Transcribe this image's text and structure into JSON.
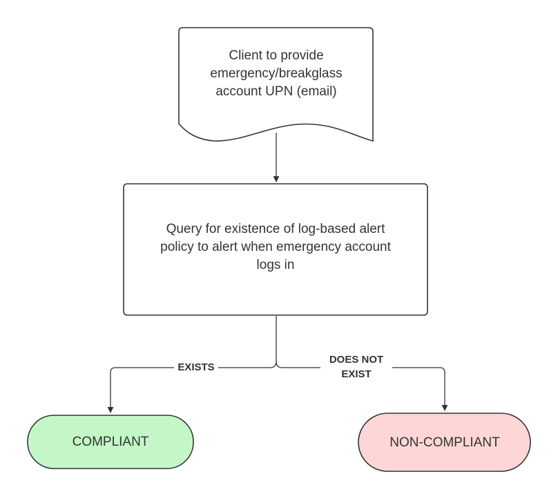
{
  "nodes": {
    "client_doc": {
      "lines": [
        "Client to provide",
        "emergency/breakglass",
        "account UPN (email)"
      ]
    },
    "query_box": {
      "lines": [
        "Query for existence of log-based alert",
        "policy to alert when emergency account",
        "logs in"
      ]
    },
    "compliant": {
      "label": "COMPLIANT",
      "fill": "#c3f7c8"
    },
    "non_compliant": {
      "label": "NON-COMPLIANT",
      "fill": "#ffd6d6"
    }
  },
  "edges": {
    "exists": {
      "label": "EXISTS"
    },
    "does_not_exist": {
      "lines": [
        "DOES NOT",
        "EXIST"
      ]
    }
  },
  "colors": {
    "stroke": "#333333",
    "text": "#333333"
  }
}
